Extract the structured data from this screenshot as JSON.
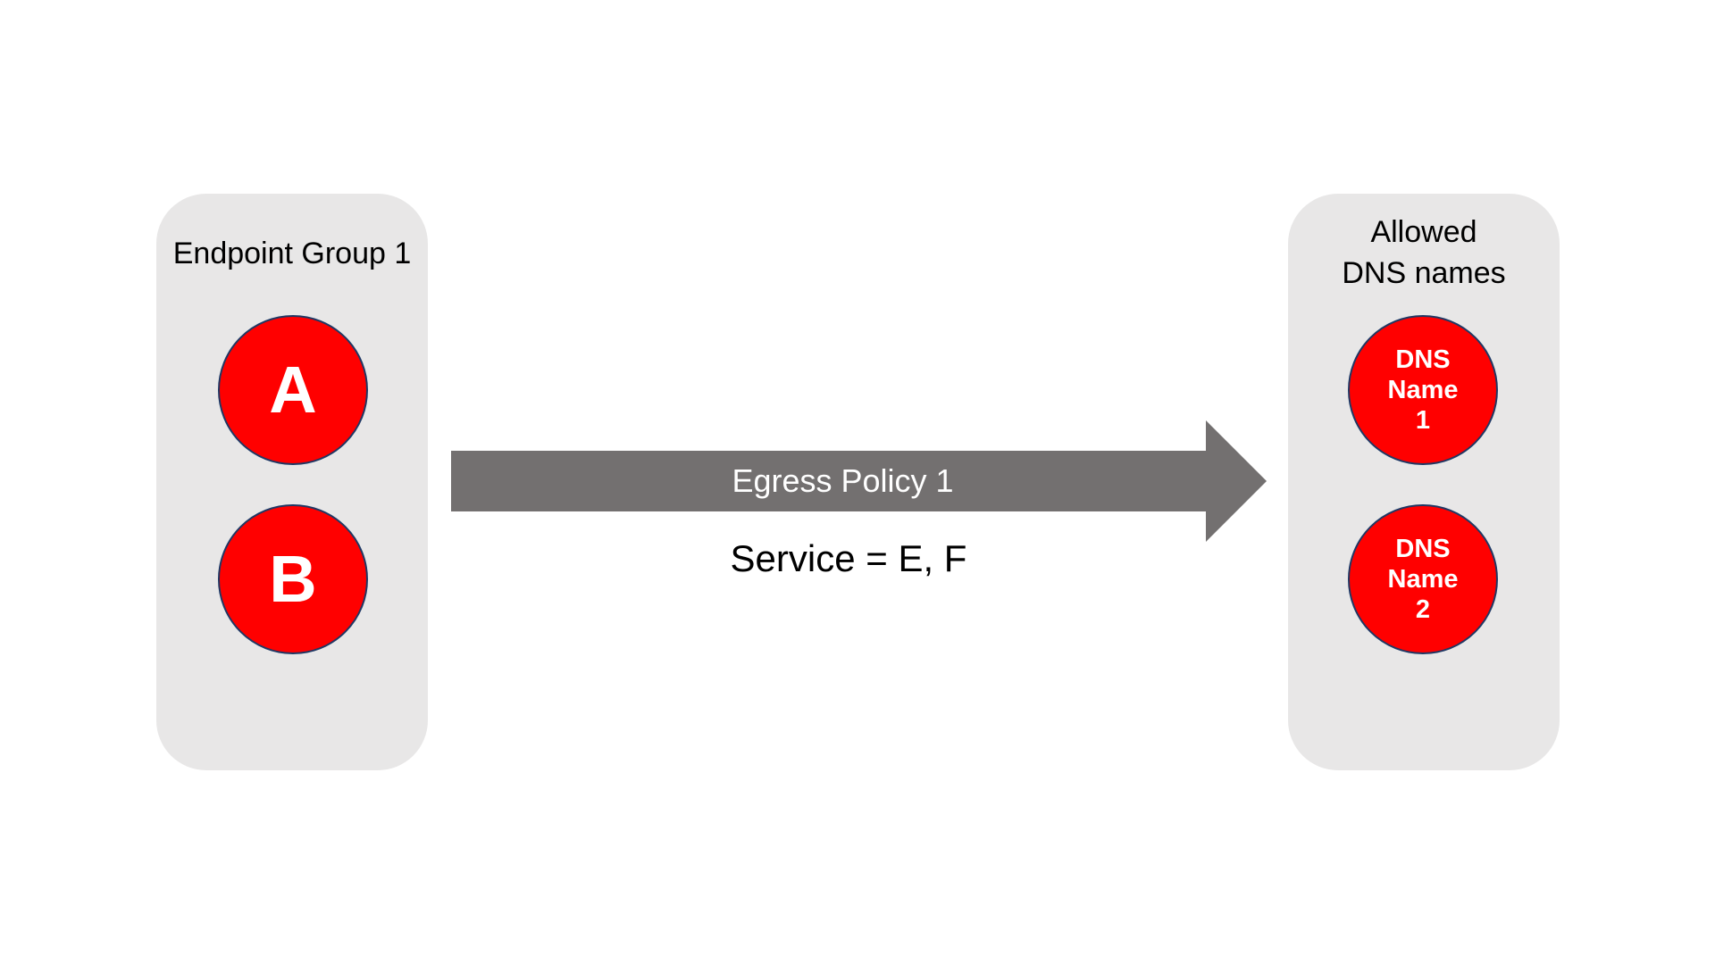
{
  "left_group": {
    "title": "Endpoint Group 1",
    "nodes": [
      {
        "label": "A"
      },
      {
        "label": "B"
      }
    ]
  },
  "arrow": {
    "label": "Egress Policy 1",
    "sublabel": "Service = E, F"
  },
  "right_group": {
    "title_lines": [
      "Allowed",
      "DNS names"
    ],
    "nodes": [
      {
        "lines": [
          "DNS",
          "Name",
          "1"
        ]
      },
      {
        "lines": [
          "DNS",
          "Name",
          "2"
        ]
      }
    ]
  },
  "colors": {
    "panel_bg": "#e8e7e7",
    "node_fill": "#ff0000",
    "node_border": "#1f3864",
    "node_text": "#ffffff",
    "arrow_fill": "#737070",
    "arrow_label_text": "#ffffff",
    "title_text": "#000000"
  }
}
